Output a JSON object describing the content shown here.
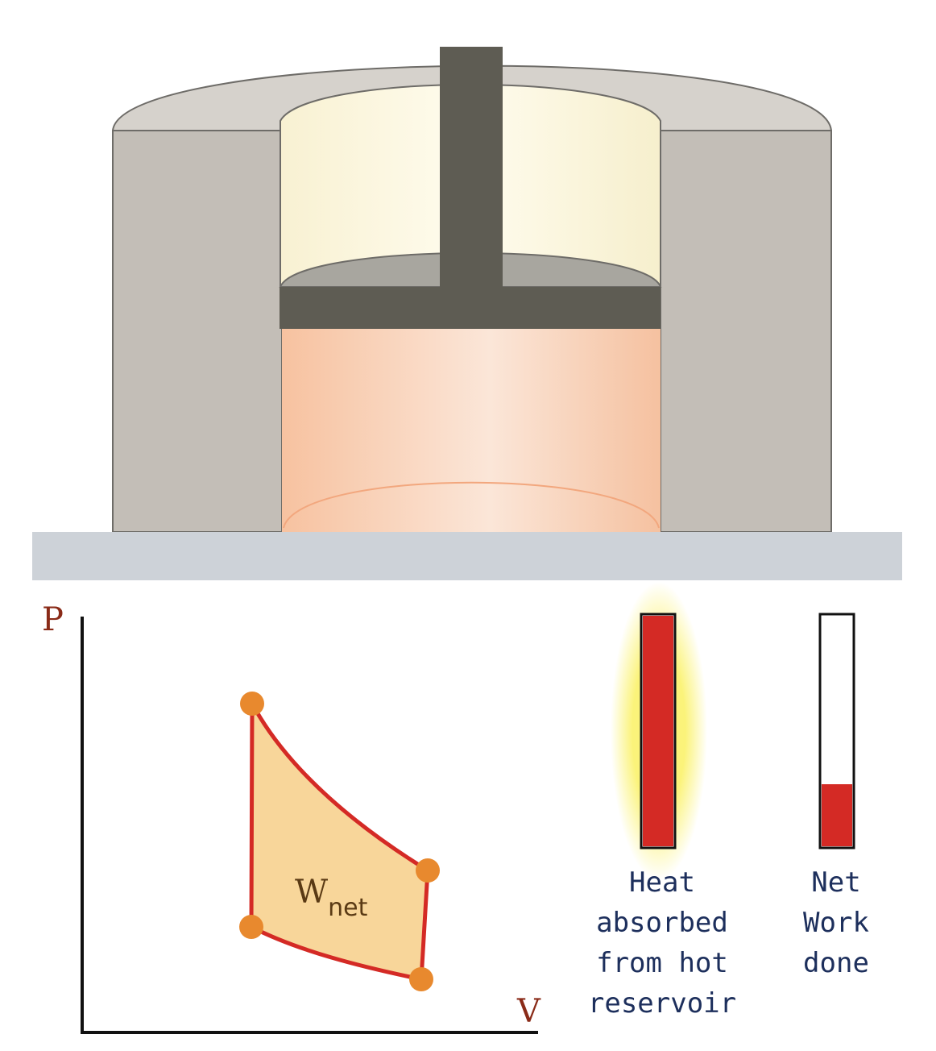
{
  "diagram": {
    "pv_chart": {
      "y_axis_label": "P",
      "x_axis_label": "V",
      "area_label": {
        "main": "W",
        "subscript": "net"
      }
    },
    "meters": [
      {
        "id": "heat",
        "label": "Heat\nabsorbed\nfrom hot\nreservoir",
        "fill_fraction": 1.0,
        "highlighted": true,
        "fill_color": "#d42a25"
      },
      {
        "id": "work",
        "label": "Net\nWork\ndone",
        "fill_fraction": 0.27,
        "highlighted": false,
        "fill_color": "#d42a25"
      }
    ],
    "colors": {
      "cylinder_wall": "#c4bfb8",
      "cylinder_top": "#dcd8d2",
      "upper_chamber": "#fbf6df",
      "piston": "#5e5c53",
      "hot_gas": "#f6c8a8",
      "base_plate": "#cdd2d8",
      "cycle_fill": "#f8d69a",
      "cycle_edge": "#d42a25",
      "cycle_vertex": "#e8892e",
      "highlight_glow": "#fbf37a"
    }
  }
}
